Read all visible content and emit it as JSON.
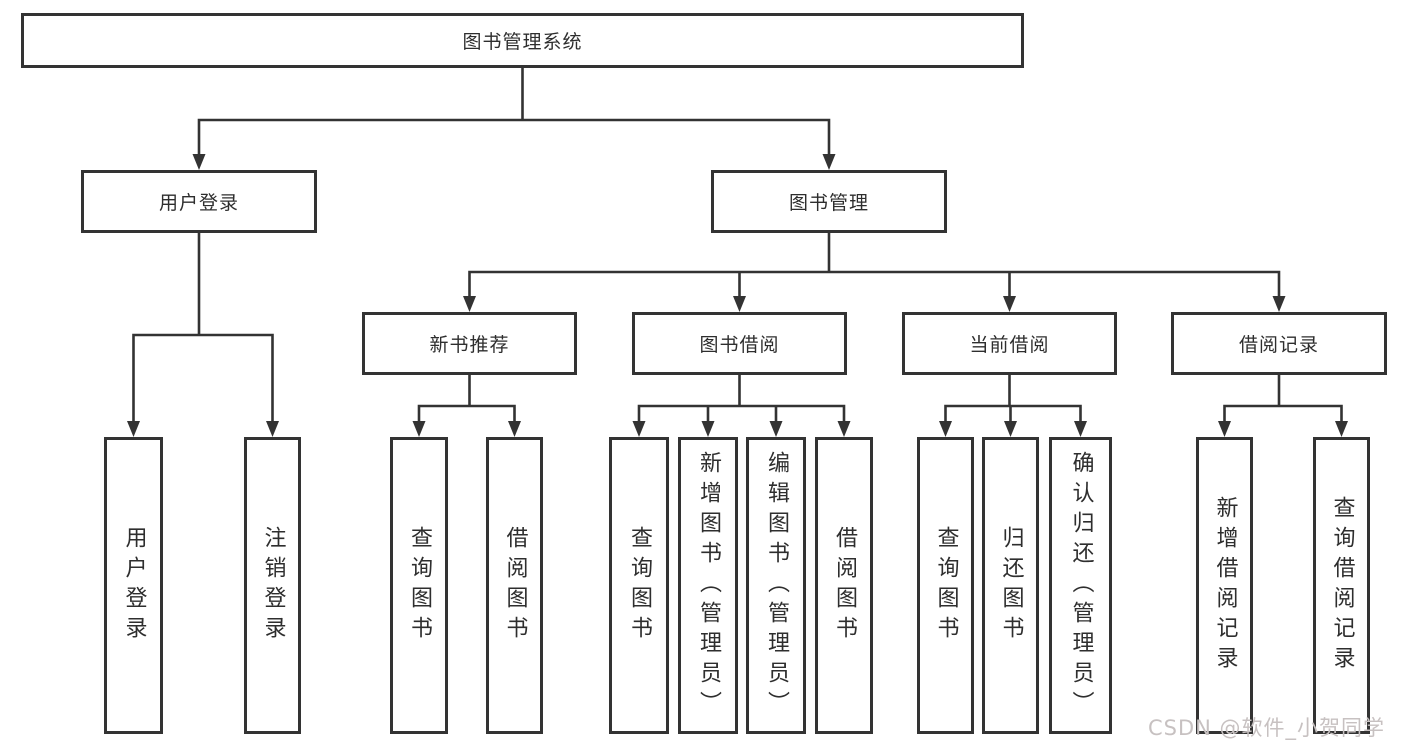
{
  "diagram": {
    "root": {
      "label": "图书管理系统"
    },
    "branches": [
      {
        "label": "用户登录"
      },
      {
        "label": "图书管理"
      }
    ],
    "modules": [
      {
        "label": "新书推荐"
      },
      {
        "label": "图书借阅"
      },
      {
        "label": "当前借阅"
      },
      {
        "label": "借阅记录"
      }
    ],
    "functions": [
      {
        "label": "用户登录"
      },
      {
        "label": "注销登录"
      },
      {
        "label": "查询图书"
      },
      {
        "label": "借阅图书"
      },
      {
        "label": "查询图书"
      },
      {
        "label": "新增图书（管理员）"
      },
      {
        "label": "编辑图书（管理员）"
      },
      {
        "label": "借阅图书"
      },
      {
        "label": "查询图书"
      },
      {
        "label": "归还图书"
      },
      {
        "label": "确认归还（管理员）"
      },
      {
        "label": "新增借阅记录"
      },
      {
        "label": "查询借阅记录"
      }
    ],
    "watermark": "CSDN @软件_小贺同学",
    "colors": {
      "line": "#333333",
      "box_border": "#333333",
      "box_fill": "#ffffff",
      "text": "#2e2e2e",
      "watermark": "#c7c1c1"
    }
  }
}
